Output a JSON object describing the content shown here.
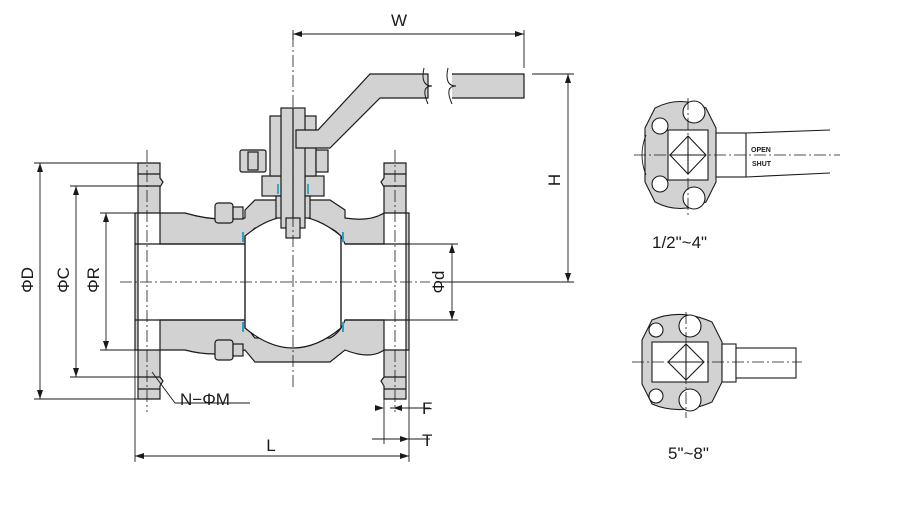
{
  "labels": {
    "W": "W",
    "H": "H",
    "phi_D": "ΦD",
    "phi_C": "ΦC",
    "phi_R": "ΦR",
    "phi_d": "Φd",
    "holes": "N−ΦM",
    "L": "L",
    "F": "F",
    "T": "T"
  },
  "handle_text": {
    "open": "OPEN",
    "shut": "SHUT"
  },
  "captions": {
    "small": "1/2\"~4\"",
    "large": "5\"~8\""
  },
  "colors": {
    "line": "#1a1a1a",
    "gray_fill": "#d2d2d2",
    "seal": "#2aa0c8"
  }
}
